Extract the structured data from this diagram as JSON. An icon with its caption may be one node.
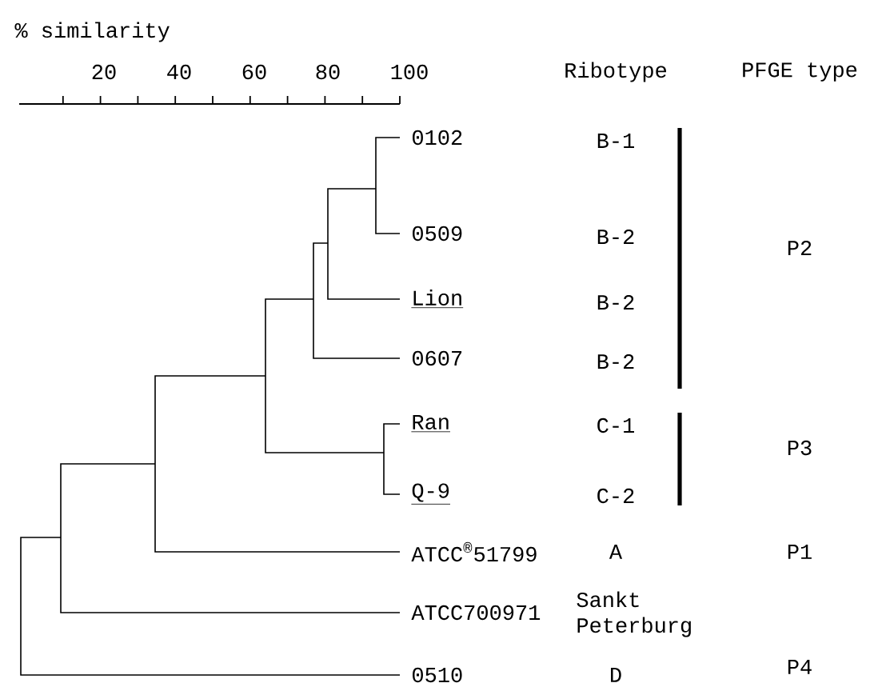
{
  "diagram": {
    "labels": [
      "% similarity",
      "20",
      "40",
      "60",
      "80",
      "100",
      "Ribotype",
      "PFGE type",
      "0102",
      "B-1",
      "0509",
      "B-2",
      "P2",
      "Lion",
      "B-2",
      "0607",
      "B-2",
      "Ran",
      "C-1",
      "P3",
      "Q-9",
      "C-2",
      "ATCC$^{®}$51799",
      "A",
      "P1",
      "ATCC700971",
      "Sankt Peterburg",
      "0510",
      "D",
      "P4"
    ]
  }
}
